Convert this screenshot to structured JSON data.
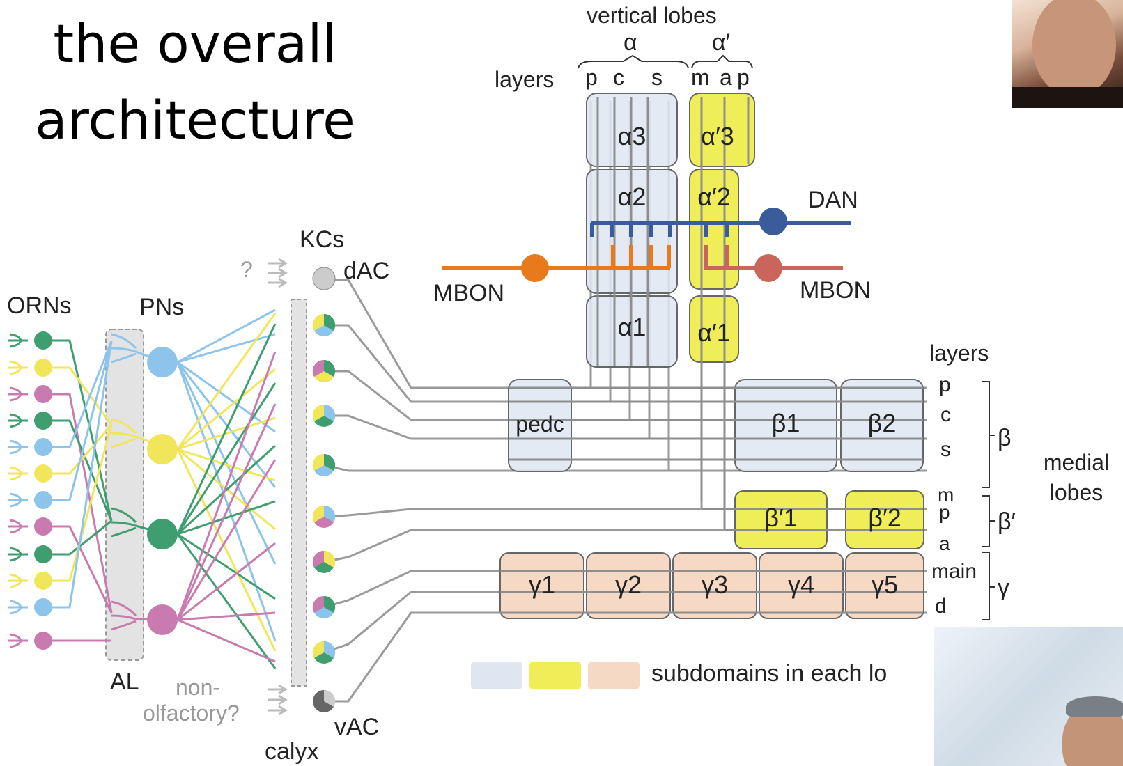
{
  "title": {
    "line1": "the overall",
    "line2": "architecture"
  },
  "labels": {
    "vertical_lobes": "vertical lobes",
    "alpha": "α",
    "alpha_prime": "α′",
    "layers": "layers",
    "layer_p": "p",
    "layer_c": "c",
    "layer_s": "s",
    "layer_m": "m",
    "layer_a": "a",
    "orns": "ORNs",
    "pns": "PNs",
    "kcs": "KCs",
    "al": "AL",
    "question": "?",
    "non_olfactory": [
      "non-",
      "olfactory?"
    ],
    "calyx": "calyx",
    "dac": "dAC",
    "vac": "vAC",
    "dan": "DAN",
    "mbon": "MBON",
    "layers_right": "layers",
    "main": "main",
    "d": "d",
    "beta": "β",
    "beta_prime": "β′",
    "gamma": "γ",
    "medial_lobes": [
      "medial",
      "lobes"
    ],
    "legend_text": "subdomains in each lo"
  },
  "compartments": {
    "alpha3": "α3",
    "alpha2": "α2",
    "alpha1": "α1",
    "alphap3": "α′3",
    "alphap2": "α′2",
    "alphap1": "α′1",
    "pedc": "pedc",
    "beta1": "β1",
    "beta2": "β2",
    "betap1": "β′1",
    "betap2": "β′2",
    "gamma1": "γ1",
    "gamma2": "γ2",
    "gamma3": "γ3",
    "gamma4": "γ4",
    "gamma5": "γ5"
  },
  "colors": {
    "blue_lobe": "#dfe6f2",
    "yellow_lobe": "#f0ee58",
    "peach_lobe": "#f6d9c4",
    "dan": "#3a5c9a",
    "mbon_orange": "#e87a1c",
    "mbon_red": "#c9655a",
    "orn_green": "#3f9e6f",
    "orn_yellow": "#f1e65a",
    "orn_pink": "#c97bb0",
    "orn_blue": "#8cc4ec",
    "gray": "#9a9a9a"
  }
}
